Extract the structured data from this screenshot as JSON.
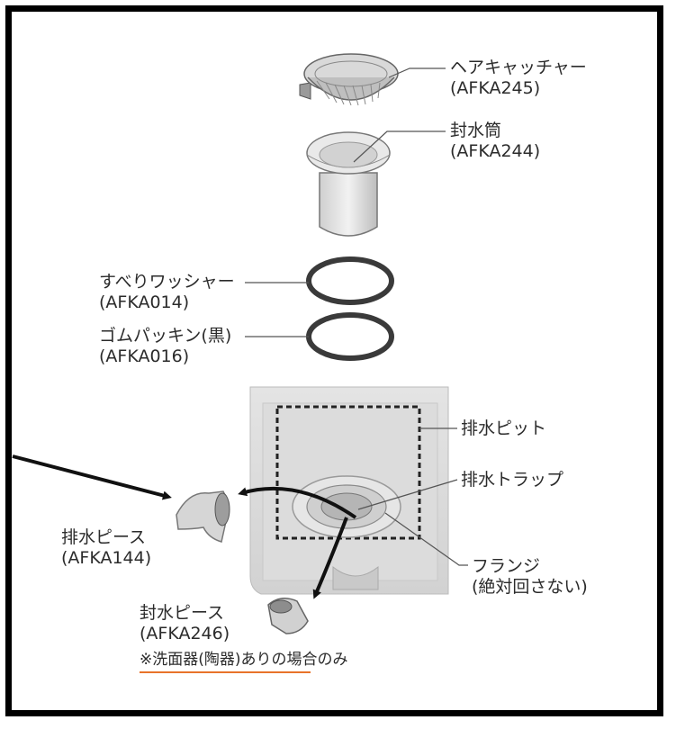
{
  "labels": {
    "hair_catcher": {
      "name": "ヘアキャッチャー",
      "code": "(AFKA245)"
    },
    "seal_cylinder": {
      "name": "封水筒",
      "code": "(AFKA244)"
    },
    "slip_washer": {
      "name": "すべりワッシャー",
      "code": "(AFKA014)"
    },
    "rubber_packing": {
      "name": "ゴムパッキン(黒)",
      "code": "(AFKA016)"
    },
    "drain_pit": {
      "name": "排水ピット"
    },
    "drain_trap": {
      "name": "排水トラップ"
    },
    "flange": {
      "name": "フランジ",
      "note": "(絶対回さない)"
    },
    "drain_piece": {
      "name": "排水ピース",
      "code": "(AFKA144)"
    },
    "seal_piece": {
      "name": "封水ピース",
      "code": "(AFKA246)"
    }
  },
  "footnote": "※洗面器(陶器)ありの場合のみ",
  "colors": {
    "frame": "#000000",
    "leader": "#555555",
    "text": "#2b2b2b",
    "footnote_underline": "#e8732a",
    "dashed_outline": "#222222"
  }
}
